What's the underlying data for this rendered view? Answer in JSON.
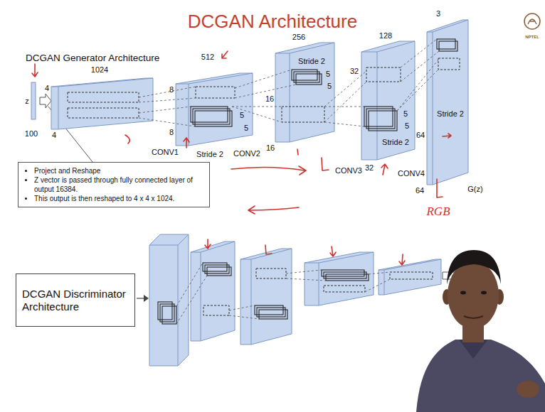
{
  "diagram": {
    "title": "DCGAN Architecture",
    "nodes": [
      {
        "text": [
          "Project and Reshape",
          "Z vector is passed through fully connected layer of output 16384.",
          "This output is then reshaped to 4 x 4 x 1024."
        ]
      },
      {
        "text": [
          "DCGAN Discriminator Architecture"
        ]
      }
    ],
    "labels": [
      "DCGAN Generator Architecture",
      "z",
      "100",
      "1024",
      "4",
      "4",
      "512",
      "8",
      "8",
      "5",
      "5",
      "Stride 2",
      "CONV1",
      "256",
      "Stride 2",
      "5",
      "5",
      "16",
      "16",
      "CONV2",
      "128",
      "32",
      "5",
      "5",
      "64",
      "32",
      "Stride 2",
      "CONV3",
      "3",
      "Stride 2",
      "64",
      "CONV4",
      "G(z)",
      "RGB",
      "NPTEL"
    ]
  }
}
